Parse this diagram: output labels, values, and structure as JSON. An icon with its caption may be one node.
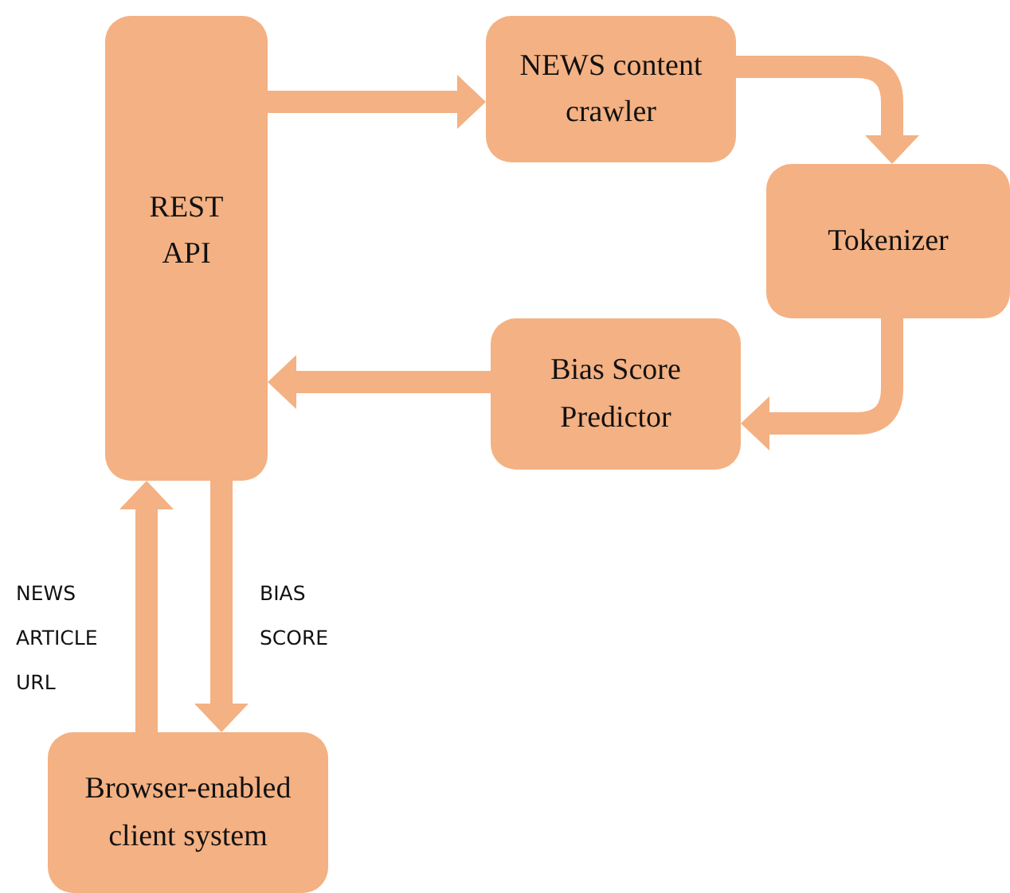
{
  "diagram": {
    "nodes": [
      {
        "text": [
          "REST API"
        ]
      },
      {
        "text": [
          "NEWS content crawler"
        ]
      },
      {
        "text": [
          "Tokenizer"
        ]
      },
      {
        "text": [
          "Bias Score Predictor"
        ]
      },
      {
        "text": [
          "Browser-enabled client system"
        ]
      }
    ],
    "edges": [
      {
        "from": 0,
        "to": 1,
        "arrow": "to"
      },
      {
        "from": 1,
        "to": 2,
        "arrow": "to"
      },
      {
        "from": 2,
        "to": 3,
        "arrow": "to"
      },
      {
        "from": 3,
        "to": 0,
        "arrow": "to"
      },
      {
        "from": 4,
        "to": 0,
        "arrow": "to",
        "label": "NEWS ARTICLE URL"
      },
      {
        "from": 0,
        "to": 4,
        "arrow": "to",
        "label": "BIAS SCORE"
      }
    ]
  }
}
